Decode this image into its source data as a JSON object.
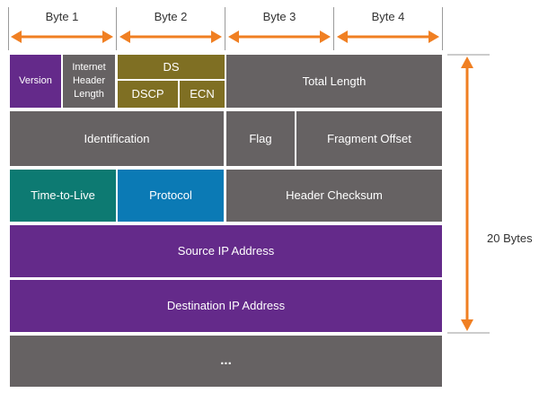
{
  "header": {
    "bytes": [
      "Byte 1",
      "Byte 2",
      "Byte 3",
      "Byte 4"
    ]
  },
  "rows": {
    "row1": {
      "version": "Version",
      "ihl": "Internet Header Length",
      "ds": "DS",
      "dscp": "DSCP",
      "ecn": "ECN",
      "total_length": "Total Length"
    },
    "row2": {
      "identification": "Identification",
      "flag": "Flag",
      "fragment_offset": "Fragment Offset"
    },
    "row3": {
      "ttl": "Time-to-Live",
      "protocol": "Protocol",
      "header_checksum": "Header Checksum"
    },
    "row4": {
      "source": "Source IP Address"
    },
    "row5": {
      "destination": "Destination IP Address"
    },
    "row6": {
      "options": "..."
    }
  },
  "side": {
    "size_label": "20 Bytes"
  },
  "colors": {
    "gray": "#666263",
    "purple": "#642a8a",
    "teal": "#0d7a72",
    "blue": "#0b7ab5",
    "olive": "#7f6f23",
    "arrow": "#f07f22"
  }
}
